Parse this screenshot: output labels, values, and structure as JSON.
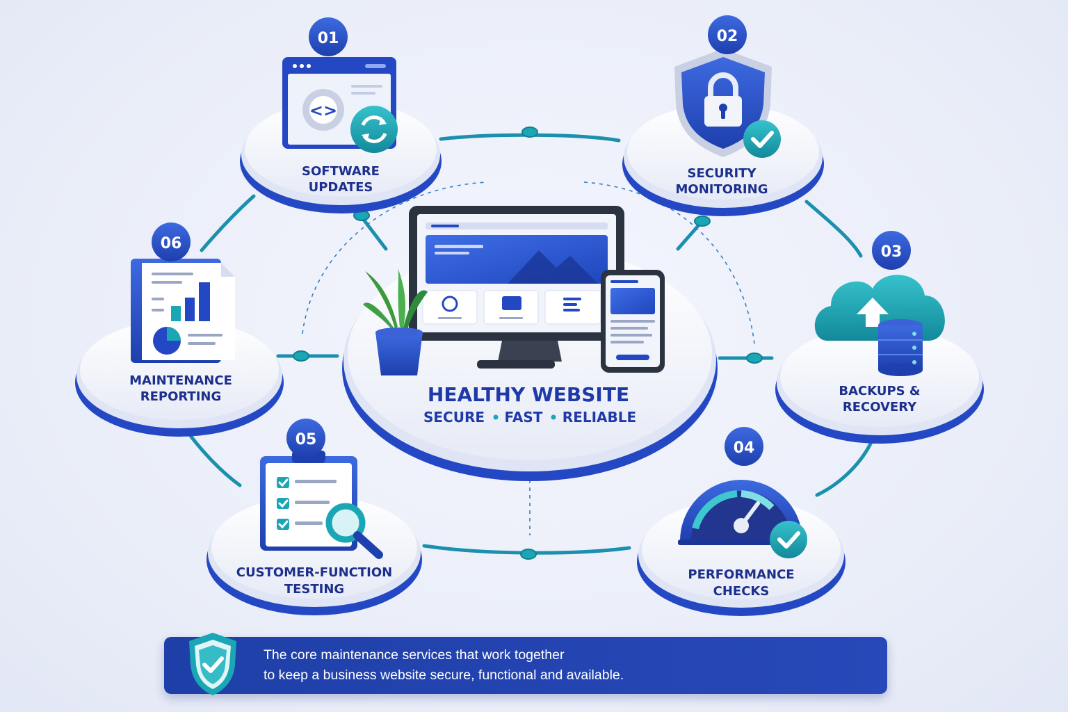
{
  "hub": {
    "title": "HEALTHY WEBSITE",
    "tags": [
      "SECURE",
      "FAST",
      "RELIABLE"
    ]
  },
  "services": [
    {
      "number": "01",
      "line1": "SOFTWARE",
      "line2": "UPDATES",
      "icon": "code-window-refresh-icon"
    },
    {
      "number": "02",
      "line1": "SECURITY",
      "line2": "MONITORING",
      "icon": "shield-lock-icon"
    },
    {
      "number": "03",
      "line1": "BACKUPS &",
      "line2": "RECOVERY",
      "icon": "cloud-database-icon"
    },
    {
      "number": "04",
      "line1": "PERFORMANCE",
      "line2": "CHECKS",
      "icon": "speedometer-icon"
    },
    {
      "number": "05",
      "line1": "CUSTOMER-FUNCTION",
      "line2": "TESTING",
      "icon": "checklist-magnifier-icon"
    },
    {
      "number": "06",
      "line1": "MAINTENANCE",
      "line2": "REPORTING",
      "icon": "report-chart-icon"
    }
  ],
  "caption": {
    "line1": "The core maintenance services that work together",
    "line2": "to keep a business website secure, functional and available.",
    "icon": "shield-check-icon"
  },
  "colors": {
    "navy": "#1c2f8c",
    "blue": "#2448c4",
    "teal": "#1aa6b4",
    "platform": "#f5f7fc"
  }
}
